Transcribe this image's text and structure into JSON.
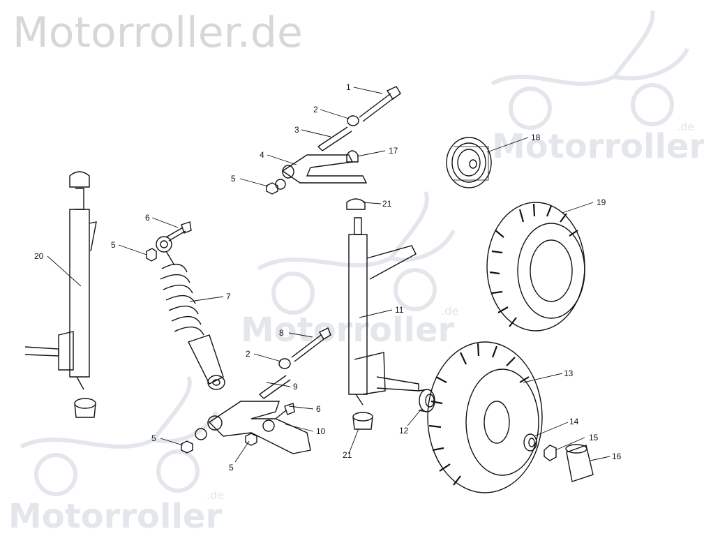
{
  "watermark": {
    "title": "Motorroller.de",
    "brand": "Motorroller",
    "suffix": ".de"
  },
  "callouts": [
    "1",
    "2",
    "3",
    "17",
    "4",
    "5",
    "18",
    "21",
    "19",
    "6",
    "5",
    "20",
    "7",
    "11",
    "8",
    "2",
    "9",
    "6",
    "10",
    "5",
    "5",
    "13",
    "14",
    "12",
    "15",
    "21",
    "16"
  ],
  "colors": {
    "line": "#111111",
    "watermark": "#dfe3e8"
  }
}
